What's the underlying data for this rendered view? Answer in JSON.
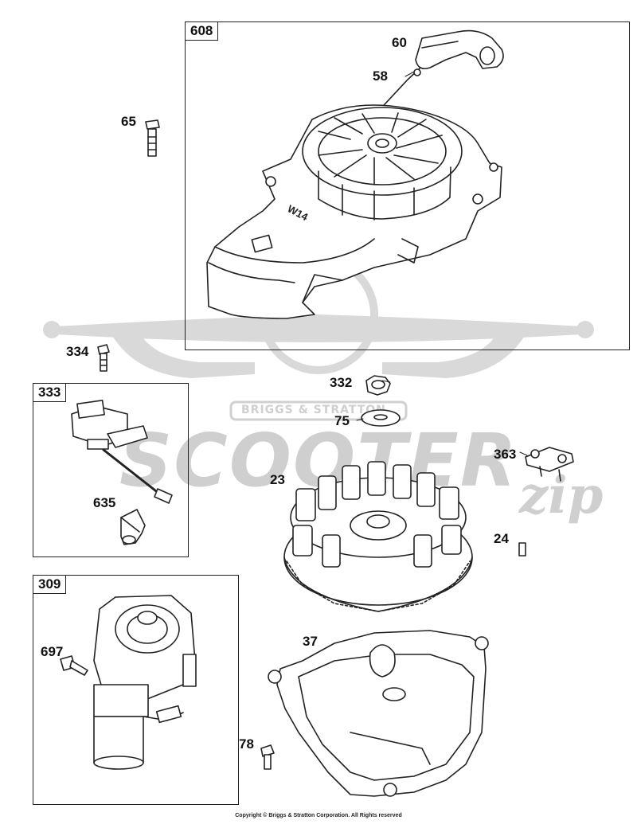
{
  "frames": {
    "f608": "608",
    "f333": "333",
    "f309": "309"
  },
  "parts": {
    "p60": "60",
    "p58": "58",
    "p65": "65",
    "p334": "334",
    "p332": "332",
    "p75": "75",
    "p363": "363",
    "p23": "23",
    "p635": "635",
    "p24": "24",
    "p697": "697",
    "p37": "37",
    "p78": "78"
  },
  "housing_marking": "W14",
  "watermark": {
    "brand": "SCOOTER",
    "script": "zip",
    "stamp": "BRIGGS & STRATTON"
  },
  "copyright": "Copyright © Briggs & Stratton Corporation. All Rights reserved",
  "colors": {
    "line": "#222222",
    "watermark": "#cfcfcf"
  }
}
